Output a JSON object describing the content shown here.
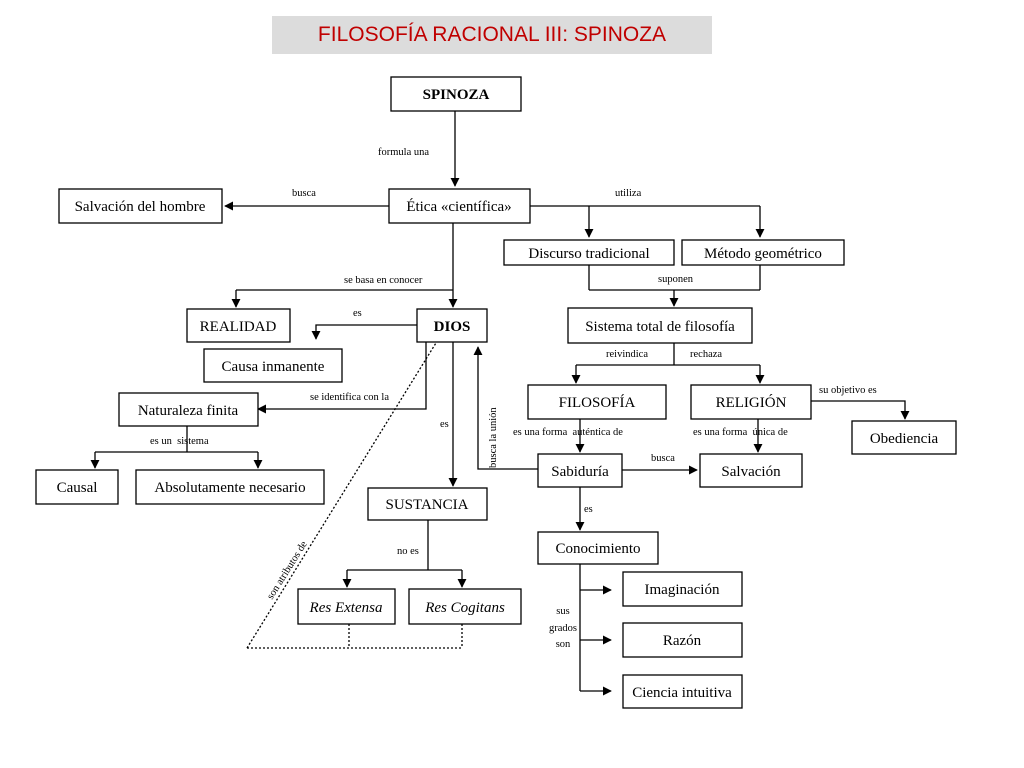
{
  "title": "FILOSOFÍA RACIONAL III: SPINOZA",
  "title_color": "#c00000",
  "nodes": {
    "spinoza": "SPINOZA",
    "etica": "Ética «científica»",
    "salvacion_hombre": "Salvación del hombre",
    "discurso": "Discurso tradicional",
    "metodo": "Método geométrico",
    "realidad": "REALIDAD",
    "dios": "DIOS",
    "sistema_total": "Sistema total de filosofía",
    "causa_inmanente": "Causa inmanente",
    "naturaleza_finita": "Naturaleza finita",
    "filosofia": "FILOSOFÍA",
    "religion": "RELIGIÓN",
    "obediencia": "Obediencia",
    "causal": "Causal",
    "absolutamente": "Absolutamente necesario",
    "sabiduria": "Sabiduría",
    "salvacion": "Salvación",
    "sustancia": "SUSTANCIA",
    "conocimiento": "Conocimiento",
    "res_extensa": "Res Extensa",
    "res_cogitans": "Res Cogitans",
    "imaginacion": "Imaginación",
    "razon": "Razón",
    "ciencia_intuitiva": "Ciencia intuitiva"
  },
  "labels": {
    "formula_una": "formula una",
    "busca_1": "busca",
    "utiliza": "utiliza",
    "se_basa": "se basa en conocer",
    "suponen": "suponen",
    "es_1": "es",
    "reivindica": "reivindica",
    "rechaza": "rechaza",
    "su_objetivo": "su objetivo es",
    "se_identifica": "se identifica con la",
    "es_2": "es",
    "es_un_sistema": "es un  sistema",
    "busca_union": "busca la unión",
    "es_una_forma_autentica": "es una forma  auténtica de",
    "es_una_forma_unica": "es una forma  única de",
    "busca_2": "busca",
    "es_3": "es",
    "no_es": "no es",
    "son_atributos": "son atributos de",
    "sus": "sus",
    "grados": "grados",
    "son": "son"
  }
}
